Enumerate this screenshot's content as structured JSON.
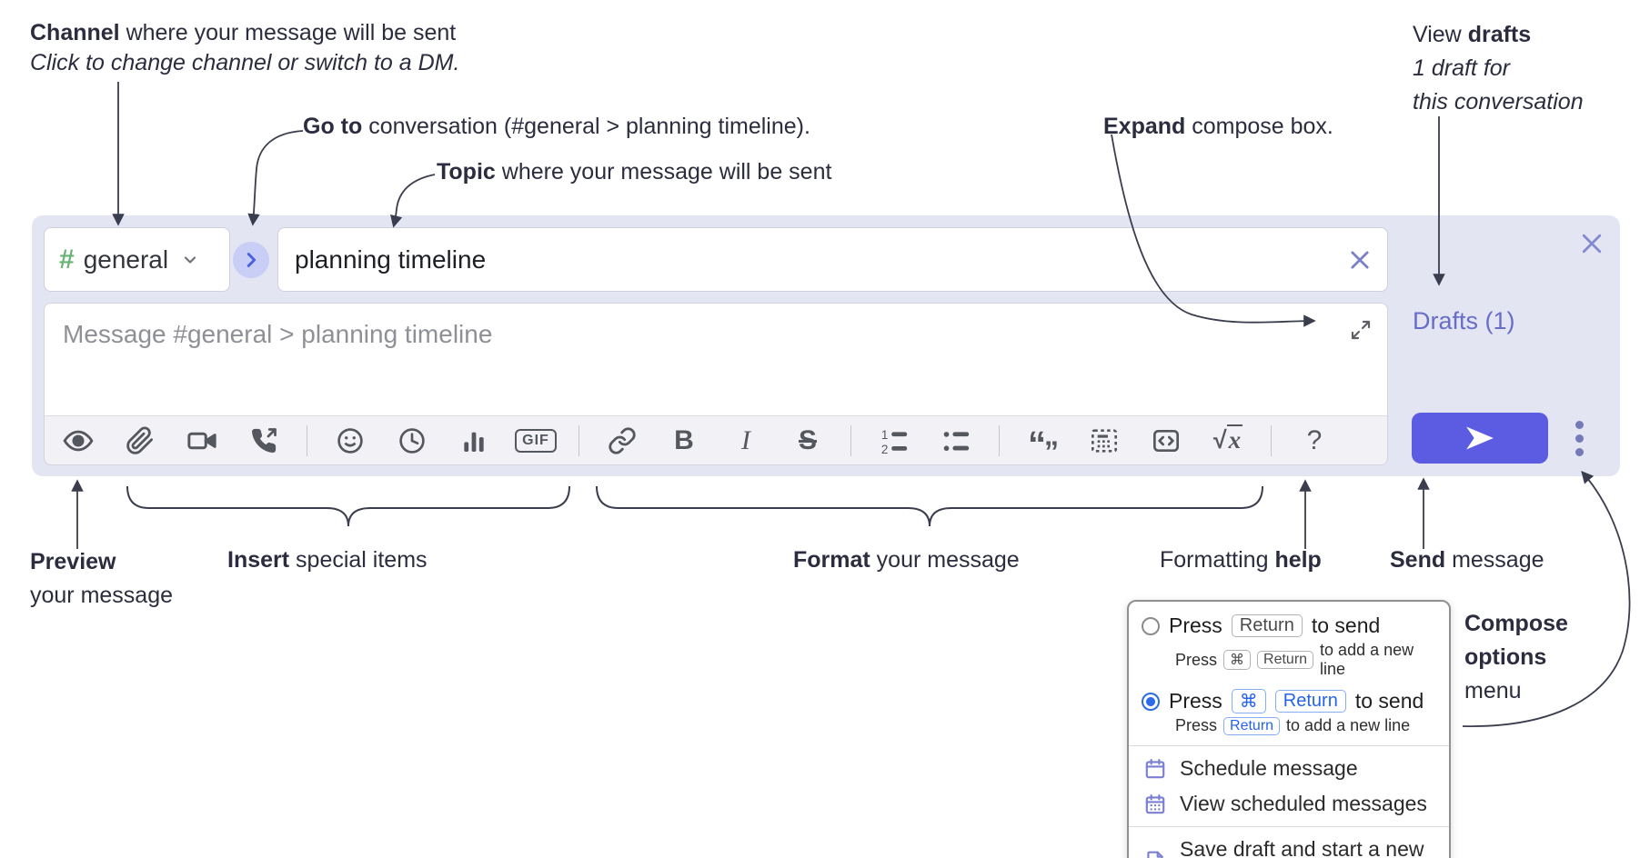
{
  "annotations": {
    "channel": {
      "bold": "Channel",
      "rest": " where your message will be sent",
      "line2": "Click to change channel or switch to a DM."
    },
    "goto": {
      "bold": "Go to",
      "rest": " conversation (#general > planning timeline)."
    },
    "topic": {
      "bold": "Topic",
      "rest": " where your message will be sent"
    },
    "expand": {
      "bold": "Expand",
      "rest": " compose box."
    },
    "view_drafts": {
      "pre": "View ",
      "bold": "drafts",
      "line2": "1 draft for",
      "line3": "this conversation"
    },
    "preview": {
      "bold": "Preview",
      "line2": "your message"
    },
    "insert": {
      "bold": "Insert",
      "rest": " special items"
    },
    "format": {
      "bold": "Format",
      "rest": " your message"
    },
    "formatting_help": {
      "pre": "Formatting ",
      "bold": "help"
    },
    "send": {
      "bold": "Send",
      "rest": " message"
    },
    "compose_options": {
      "line1": "Compose",
      "line2": "options",
      "line3": "menu"
    }
  },
  "compose": {
    "channel_hash": "#",
    "channel_name": "general",
    "topic_value": "planning timeline",
    "message_placeholder": "Message #general > planning timeline",
    "drafts_label": "Drafts (1)",
    "toolbar": {
      "gif": "GIF",
      "bold": "B",
      "italic": "I",
      "strike": "S",
      "sqrt_sign": "√",
      "sqrt_x": "x",
      "help": "?",
      "icons": [
        "preview-eye",
        "attach-paperclip",
        "video-call",
        "voice-call",
        "emoji",
        "time",
        "poll",
        "gif",
        "link",
        "bold",
        "italic",
        "strikethrough",
        "numbered-list",
        "bulleted-list",
        "quote",
        "spoiler",
        "code",
        "math",
        "help"
      ]
    }
  },
  "options_menu": {
    "return_to_send": {
      "press": "Press",
      "key_return": "Return",
      "suffix": "to send",
      "sub": {
        "press": "Press",
        "key_cmd": "⌘",
        "key_return": "Return",
        "suffix": "to add a new line"
      }
    },
    "cmd_return_to_send": {
      "press": "Press",
      "key_cmd": "⌘",
      "key_return": "Return",
      "suffix": "to send",
      "sub": {
        "press": "Press",
        "key_return": "Return",
        "suffix": "to add a new line"
      }
    },
    "schedule": "Schedule message",
    "view_scheduled": "View scheduled messages",
    "save_draft": "Save draft and start a new message"
  },
  "colors": {
    "send_button": "#5b5ce2",
    "drafts_link": "#686dc6",
    "hash_green": "#69b475",
    "key_blue": "#2563eb",
    "compose_bg": "#e3e5f3",
    "menu_icon_purple": "#7b7fd4",
    "annotation_text": "#2b2d3f"
  }
}
